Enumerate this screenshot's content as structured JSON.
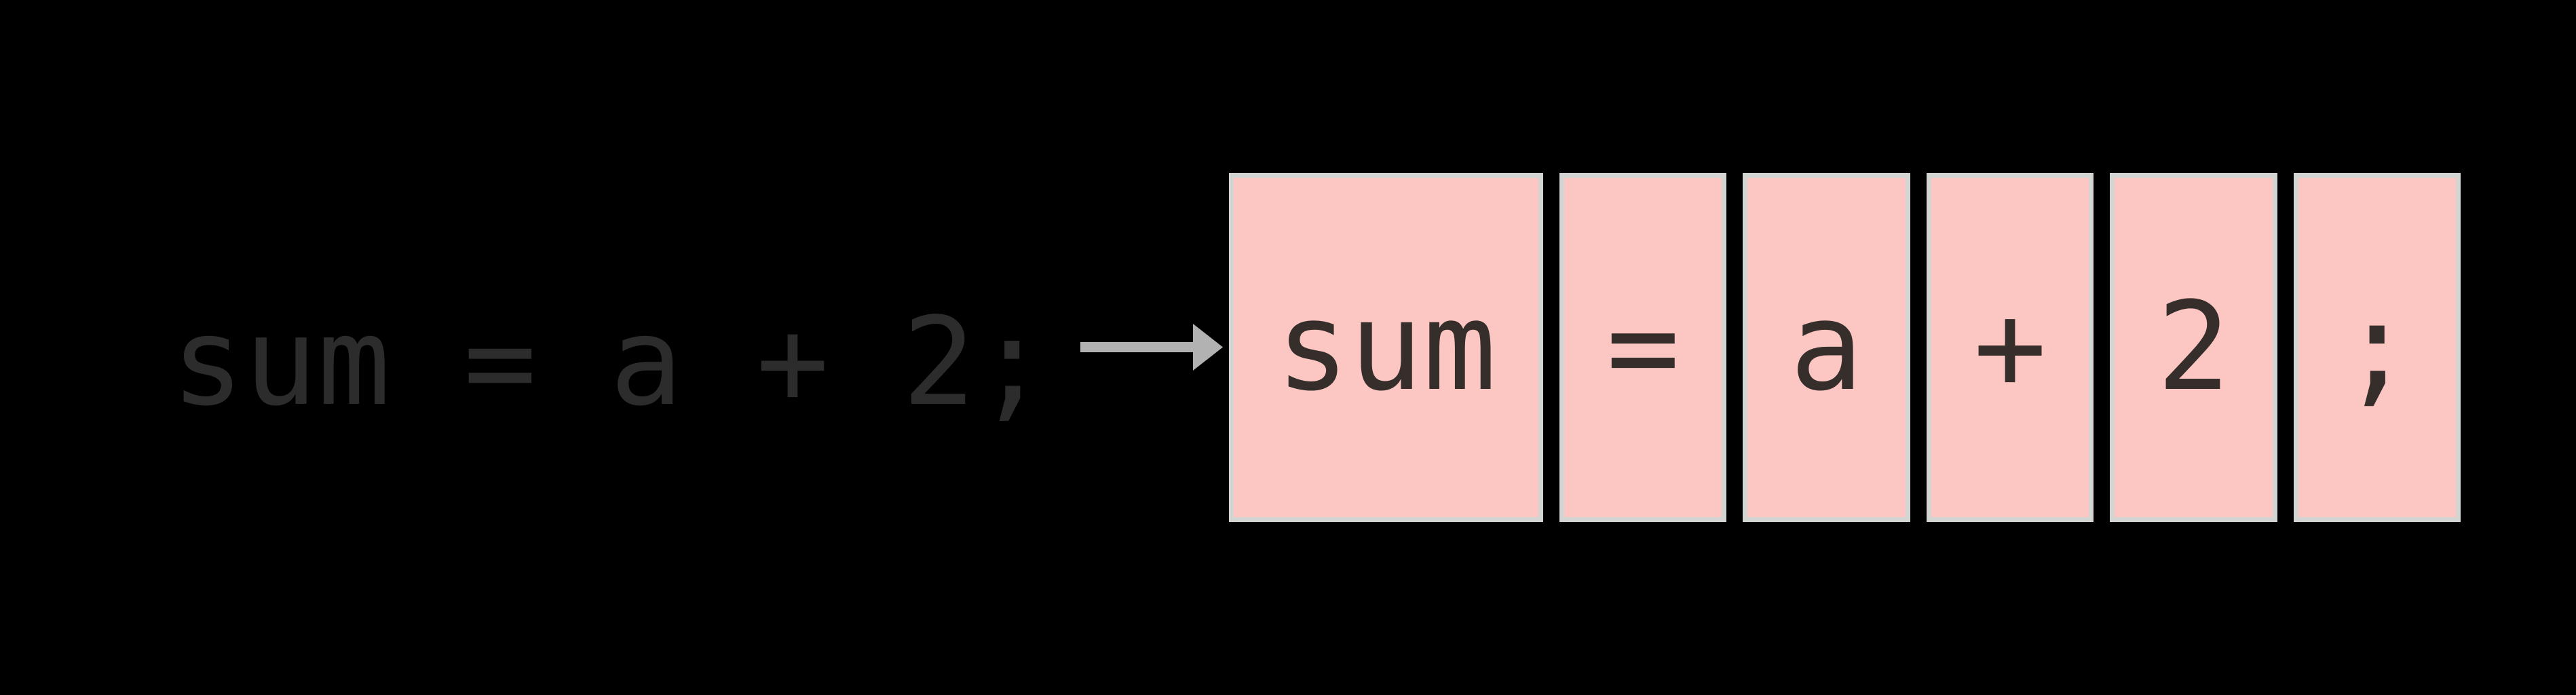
{
  "diagram": {
    "description_label": "tokenization-diagram"
  },
  "source_code": {
    "text": "sum = a + 2;"
  },
  "arrow": {
    "icon": "right-arrow-icon",
    "direction": "right"
  },
  "tokens": {
    "items": [
      {
        "label": "sum"
      },
      {
        "label": "="
      },
      {
        "label": "a"
      },
      {
        "label": "+"
      },
      {
        "label": "2"
      },
      {
        "label": ";"
      }
    ]
  },
  "colors": {
    "bg": "#000000",
    "code_text": "#2c2c2c",
    "arrow": "#b2b2b2",
    "token_fill": "#fcc7c2",
    "token_border": "#d3d5d2",
    "token_text": "#362e2b"
  }
}
